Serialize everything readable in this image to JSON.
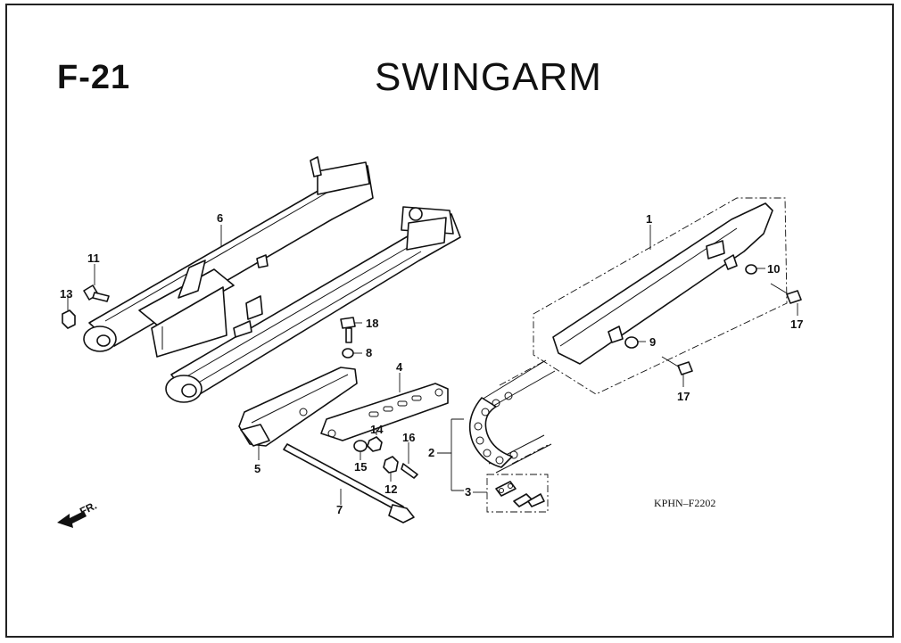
{
  "header": {
    "page_code": "F-21",
    "title": "SWINGARM"
  },
  "diagram_code": "KPHN–F2202",
  "direction_label": "FR.",
  "callouts": {
    "c1": "1",
    "c2": "2",
    "c3": "3",
    "c4": "4",
    "c5": "5",
    "c6": "6",
    "c7": "7",
    "c8": "8",
    "c9": "9",
    "c10": "10",
    "c11": "11",
    "c12": "12",
    "c13": "13",
    "c14": "14",
    "c15": "15",
    "c16": "16",
    "c17a": "17",
    "c17b": "17",
    "c18": "18"
  }
}
